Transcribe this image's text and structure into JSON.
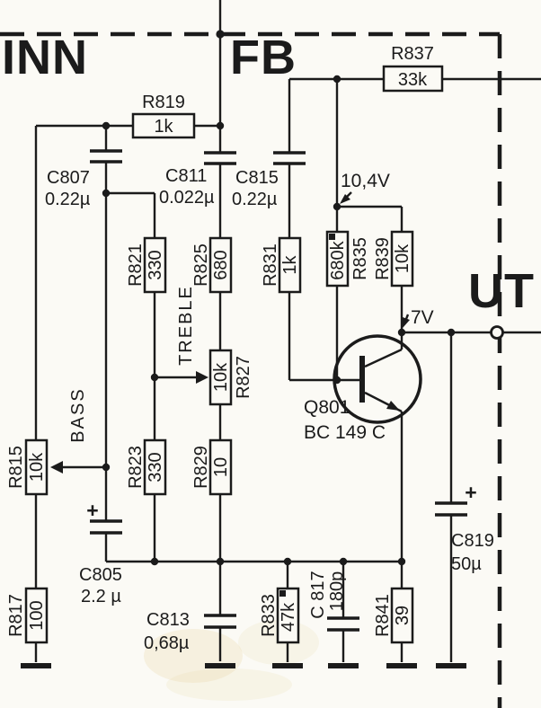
{
  "terminals": {
    "inn": "INN",
    "fb": "FB",
    "ut": "UT"
  },
  "voltages": {
    "bias": "10,4V",
    "collector": "7V"
  },
  "controls": {
    "bass": "BASS",
    "treble": "TREBLE"
  },
  "transistor": {
    "ref": "Q801",
    "type": "BC 149 C"
  },
  "resistors": {
    "r815": {
      "ref": "R815",
      "value": "10k"
    },
    "r817": {
      "ref": "R817",
      "value": "100"
    },
    "r819": {
      "ref": "R819",
      "value": "1k"
    },
    "r821": {
      "ref": "R821",
      "value": "330"
    },
    "r823": {
      "ref": "R823",
      "value": "330"
    },
    "r825": {
      "ref": "R825",
      "value": "680"
    },
    "r827": {
      "ref": "R827",
      "value": "10k"
    },
    "r829": {
      "ref": "R829",
      "value": "10"
    },
    "r831": {
      "ref": "R831",
      "value": "1k"
    },
    "r833": {
      "ref": "R833",
      "value": "47k"
    },
    "r835": {
      "ref": "R835",
      "value": "680k"
    },
    "r837": {
      "ref": "R837",
      "value": "33k"
    },
    "r839": {
      "ref": "R839",
      "value": "10k"
    },
    "r841": {
      "ref": "R841",
      "value": "39"
    }
  },
  "capacitors": {
    "c805": {
      "ref": "C805",
      "value": "2.2 µ",
      "polarity": "+"
    },
    "c807": {
      "ref": "C807",
      "value": "0.22µ"
    },
    "c811": {
      "ref": "C811",
      "value": "0.022µ"
    },
    "c813": {
      "ref": "C813",
      "value": "0,68µ"
    },
    "c815": {
      "ref": "C815",
      "value": "0.22µ"
    },
    "c817": {
      "ref": "C 817",
      "value": "180p"
    },
    "c819": {
      "ref": "C819",
      "value": "50µ",
      "polarity": "+"
    }
  }
}
